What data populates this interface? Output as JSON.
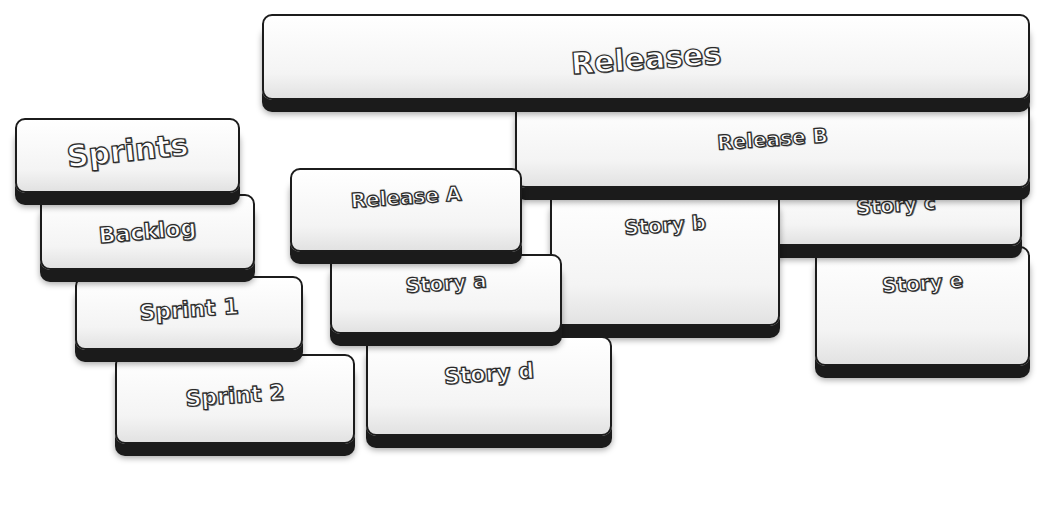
{
  "diagram": {
    "nodes": [
      {
        "text": [
          "Sprints"
        ]
      },
      {
        "text": [
          "Backlog"
        ]
      },
      {
        "text": [
          "Sprint 1"
        ]
      },
      {
        "text": [
          "Sprint 2"
        ]
      },
      {
        "text": [
          "Releases"
        ]
      },
      {
        "text": [
          "Release A"
        ]
      },
      {
        "text": [
          "Story a"
        ]
      },
      {
        "text": [
          "Story d"
        ]
      },
      {
        "text": [
          "Release B"
        ]
      },
      {
        "text": [
          "Story b"
        ]
      },
      {
        "text": [
          "Story c"
        ]
      },
      {
        "text": [
          "Story e"
        ]
      }
    ]
  }
}
